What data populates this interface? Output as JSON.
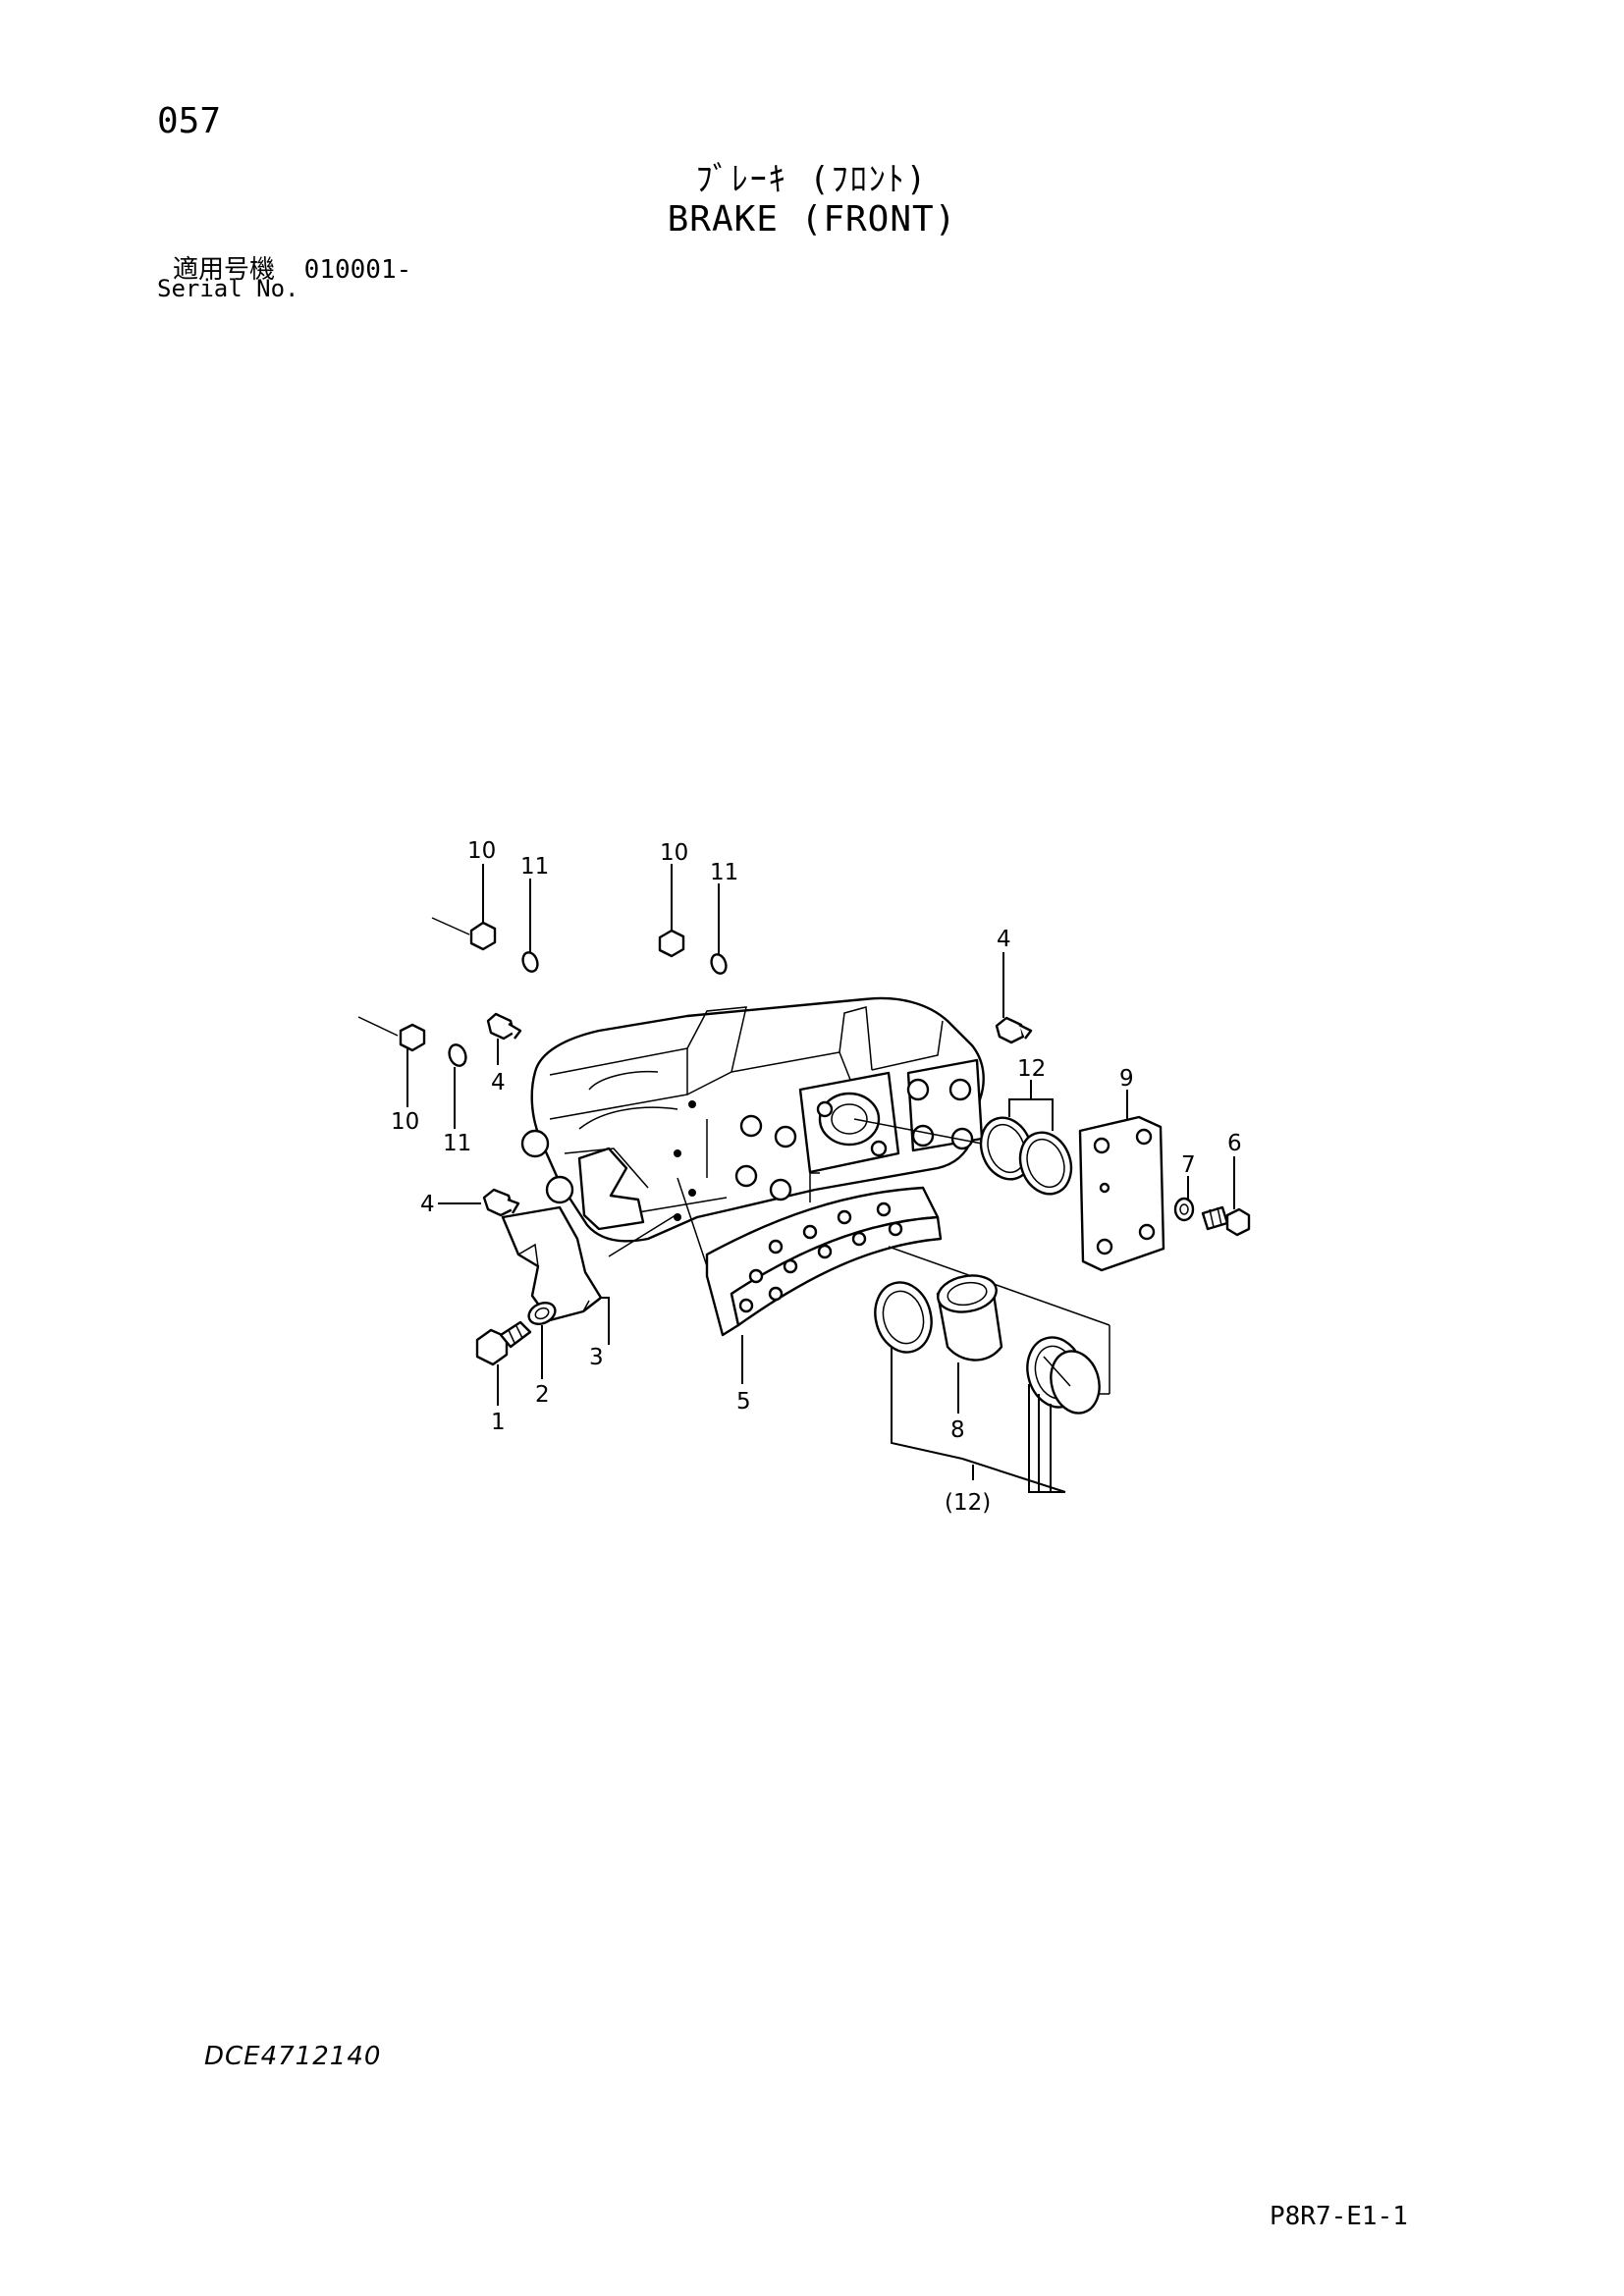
{
  "header": {
    "page_number": "057",
    "title_jp": "ﾌﾞﾚｰｷ (ﾌﾛﾝﾄ)",
    "title_en": "BRAKE (FRONT)",
    "serial_label_jp": "適用号機",
    "serial_value": "010001-",
    "serial_label_en": "Serial No."
  },
  "callouts": {
    "c10a": "10",
    "c11a": "11",
    "c10b": "10",
    "c11b": "11",
    "c4a": "4",
    "c4b": "4",
    "c4c": "4",
    "c10c": "10",
    "c11c": "11",
    "c12": "12",
    "c9": "9",
    "c7": "7",
    "c6": "6",
    "c3": "3",
    "c2": "2",
    "c1": "1",
    "c5": "5",
    "c8": "8",
    "c12p": "(12)"
  },
  "footer": {
    "drawing_code": "DCE4712140",
    "page_code": "P8R7-E1-1"
  }
}
